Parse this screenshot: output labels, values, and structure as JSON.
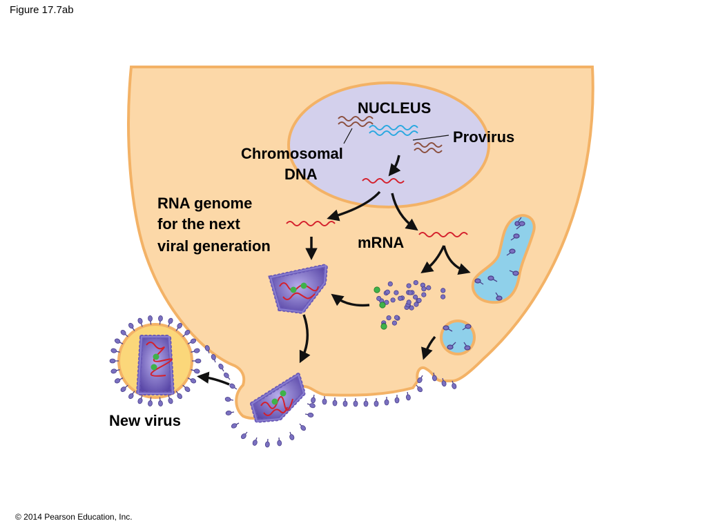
{
  "figure_caption": "Figure 17.7ab",
  "copyright": "© 2014 Pearson Education, Inc.",
  "labels": {
    "nucleus": "NUCLEUS",
    "provirus": "Provirus",
    "chromosomal_dna_line1": "Chromosomal",
    "chromosomal_dna_line2": "DNA",
    "rna_genome_line1": "RNA genome",
    "rna_genome_line2": "for the next",
    "rna_genome_line3": "viral generation",
    "mrna": "mRNA",
    "new_virus": "New virus"
  },
  "colors": {
    "cytoplasm": "#fcd8a8",
    "cell_border": "#f3b266",
    "nucleus": "#d3d0ec",
    "er": "#8fd0ea",
    "rna": "#d4202c",
    "chromosomal_dna": "#8b4f3e",
    "provirus_dna": "#2aa8e0",
    "capsid": "#6a5ab8",
    "protein": "#7a70c0",
    "green_protein": "#3fb24a",
    "virus_envelope": "#fbd77a",
    "arrow": "#111111"
  }
}
